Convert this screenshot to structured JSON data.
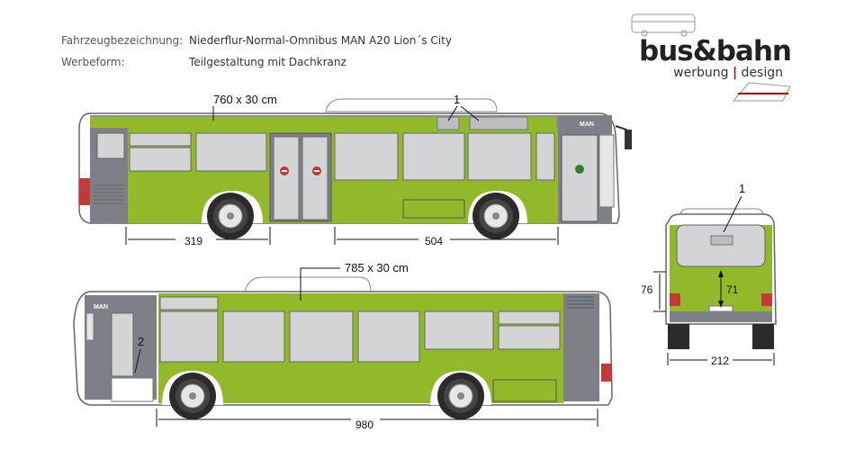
{
  "header": {
    "vehicle_label": "Fahrzeugbezeichnung:",
    "vehicle_value": "Niederflur-Normal-Omnibus MAN A20 Lion´s City",
    "ad_label": "Werbeform:",
    "ad_value": "Teilgestaltung mit Dachkranz"
  },
  "logo": {
    "brand": "bus&bahn",
    "sub_left": "werbung",
    "sub_sep": "|",
    "sub_right": "design"
  },
  "right_side": {
    "band_label": "760 x 30 cm",
    "callout": "1",
    "brand_badge": "MAN",
    "dim_left": "319",
    "dim_right": "504"
  },
  "left_side": {
    "band_label": "785 x 30 cm",
    "callout": "2",
    "brand_badge": "MAN",
    "dim_length": "980"
  },
  "rear_view": {
    "callout": "1",
    "dim_height": "76",
    "dim_inner": "71",
    "dim_width": "212"
  },
  "colors": {
    "green": "#92b92a",
    "grey_dark": "#7d8187",
    "window": "#d3d4d6",
    "outline": "#555a60"
  }
}
